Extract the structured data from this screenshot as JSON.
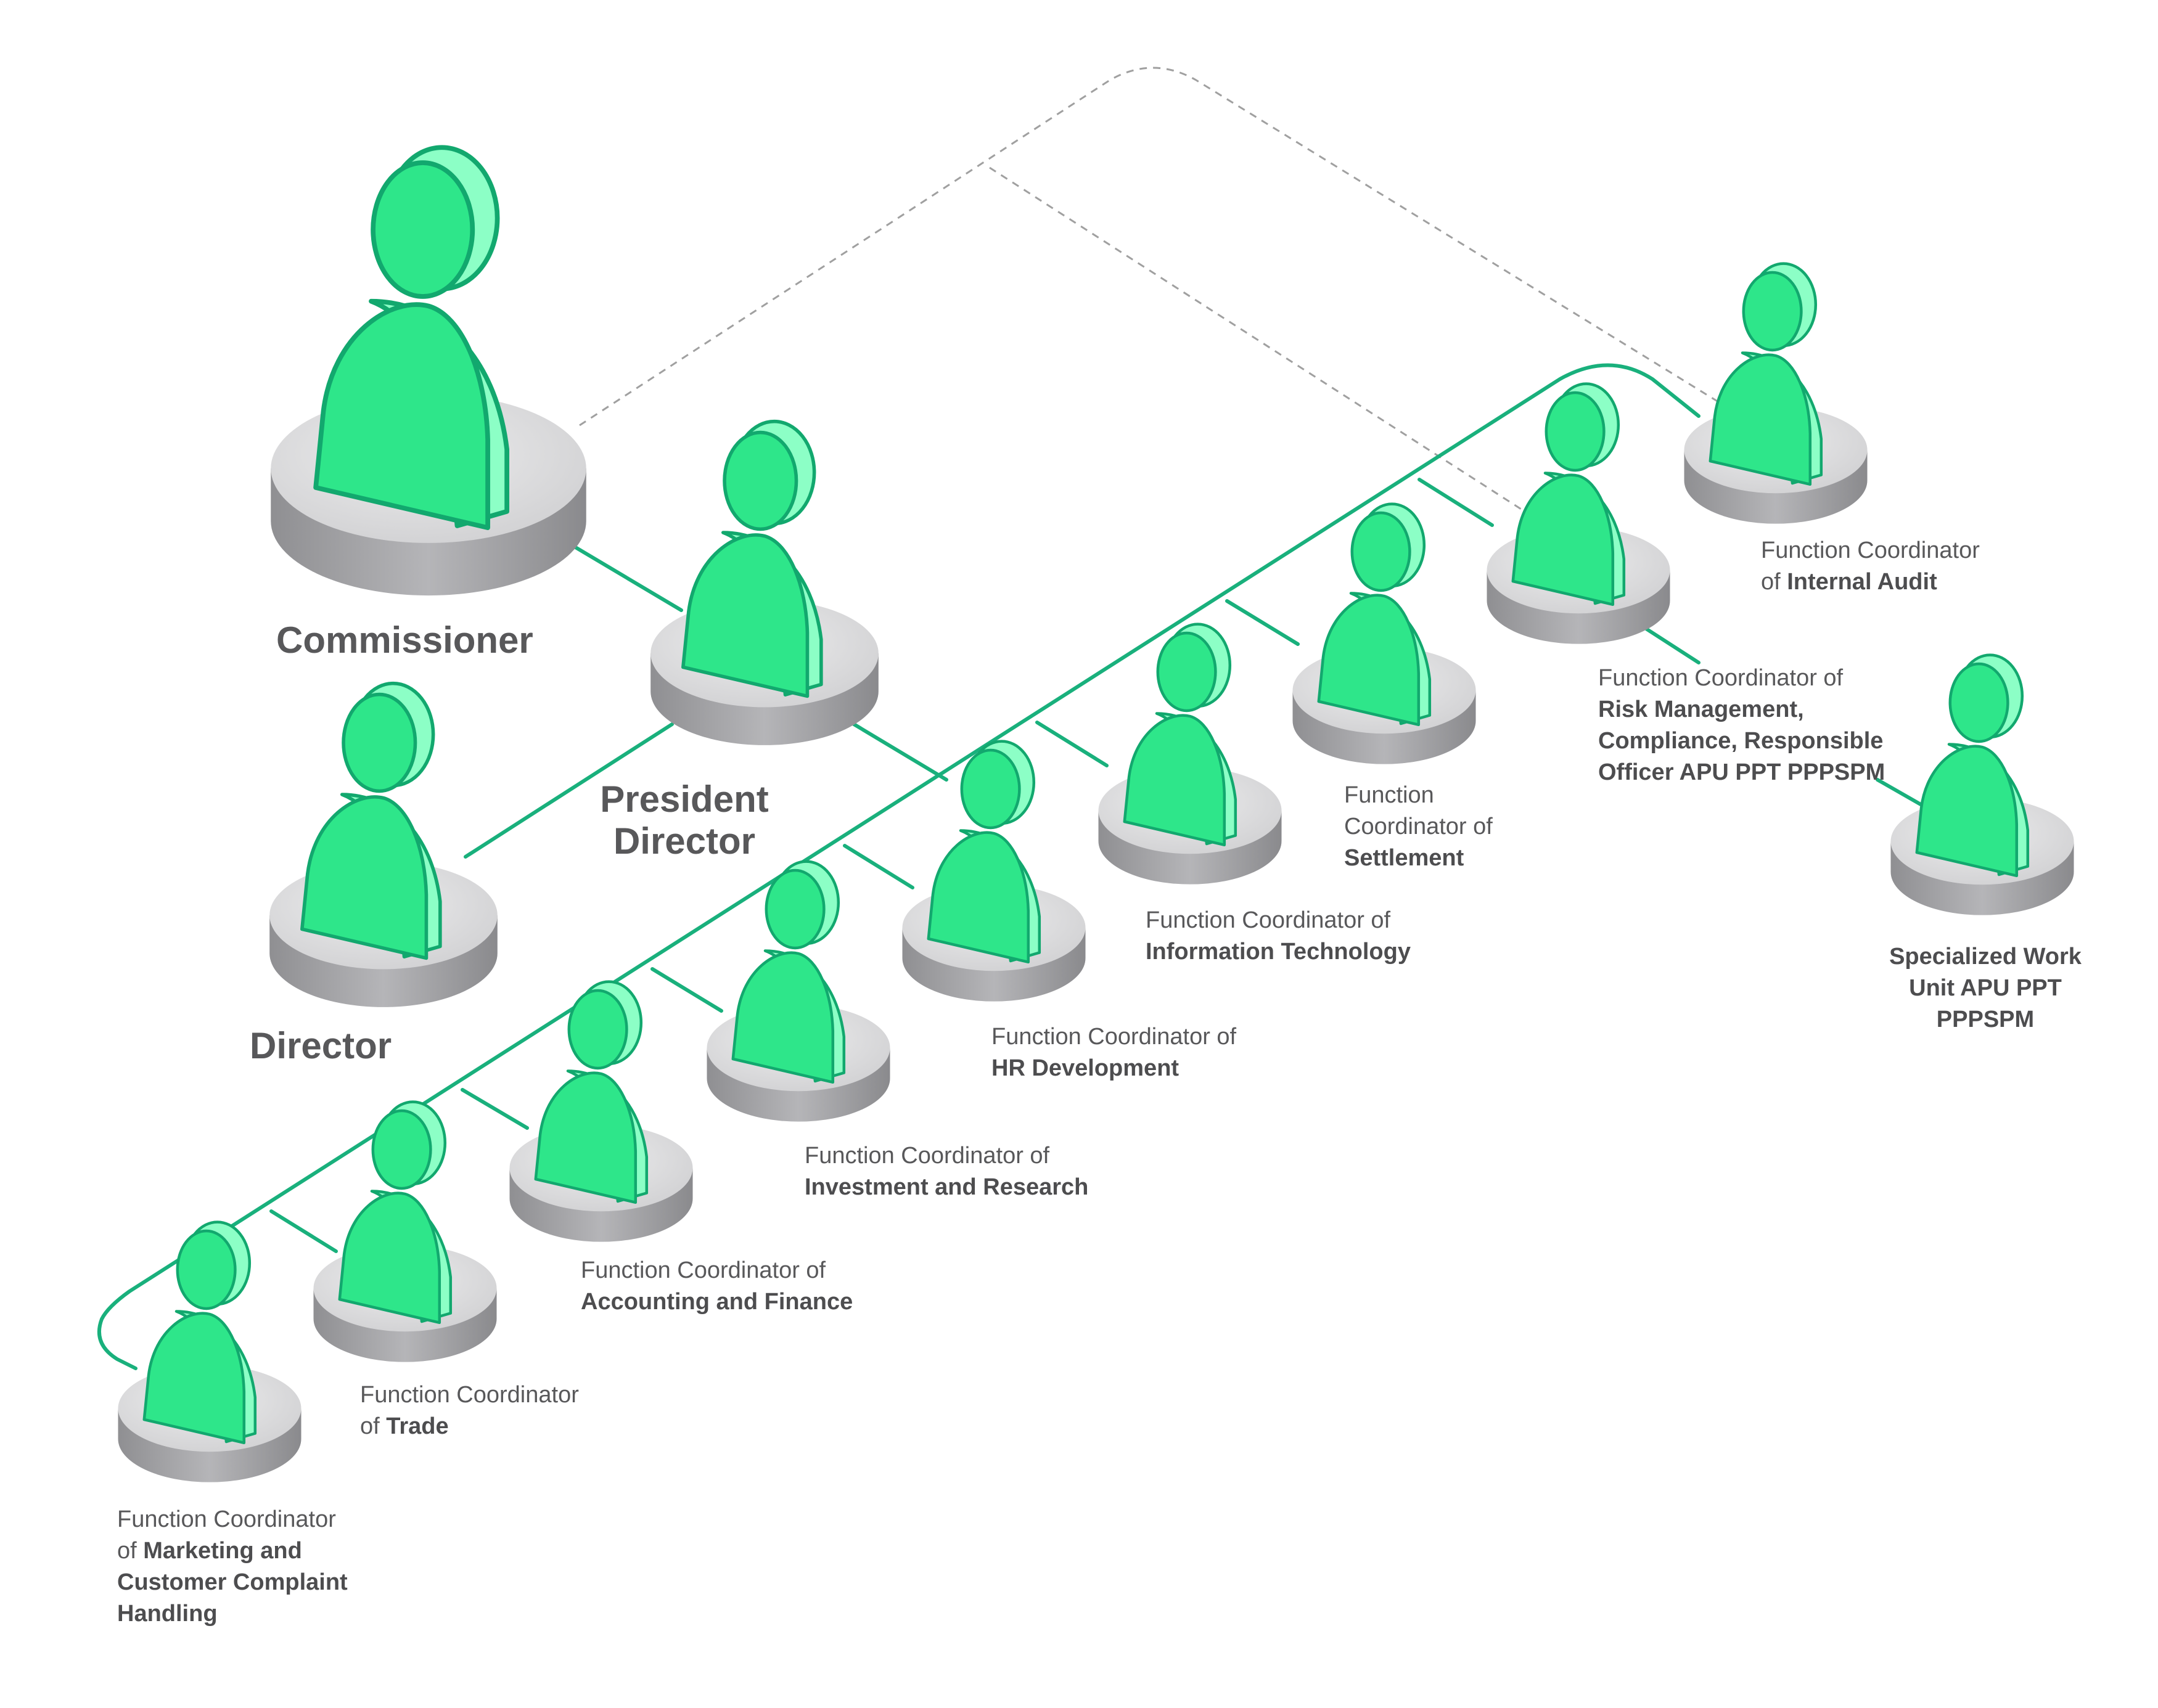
{
  "colors": {
    "line": "#19b07c",
    "dashed": "#9a9a9a",
    "person_fill": "#2ee68a",
    "person_side": "#8cffc6",
    "person_stroke": "#12a86e",
    "disc_top": "#dcdcdd",
    "disc_side": "#a9a9ac",
    "text": "#58585a"
  },
  "nodes": {
    "commissioner": {
      "label": "Commissioner"
    },
    "president_director": {
      "label_line1": "President",
      "label_line2": "Director"
    },
    "director": {
      "label": "Director"
    },
    "internal_audit": {
      "pre": "Function Coordinator",
      "pre2": "of ",
      "name": "Internal Audit"
    },
    "risk_management": {
      "pre": "Function Coordinator of",
      "name1": "Risk Management,",
      "name2": "Compliance, Responsible",
      "name3": "Officer APU PPT PPPSPM"
    },
    "specialized_work_unit": {
      "line1": "Specialized Work",
      "line2": "Unit APU PPT",
      "line3": "PPPSPM"
    },
    "settlement": {
      "pre1": "Function",
      "pre2": "Coordinator of",
      "name": "Settlement"
    },
    "information_technology": {
      "pre": "Function Coordinator of",
      "name": "Information Technology"
    },
    "hr_development": {
      "pre": "Function Coordinator of",
      "name": "HR Development"
    },
    "investment_research": {
      "pre": "Function Coordinator of",
      "name": "Investment and Research"
    },
    "accounting_finance": {
      "pre": "Function Coordinator of",
      "name": "Accounting and Finance"
    },
    "trade": {
      "pre": "Function Coordinator",
      "pre2": "of ",
      "name": "Trade"
    },
    "marketing": {
      "pre": "Function Coordinator",
      "pre2": "of ",
      "name1": "Marketing and",
      "name2": "Customer Complaint",
      "name3": "Handling"
    }
  }
}
